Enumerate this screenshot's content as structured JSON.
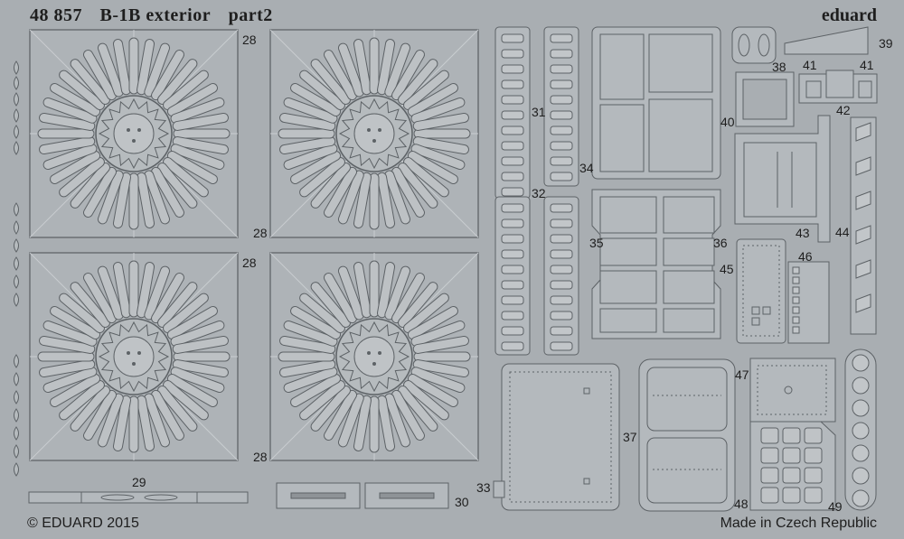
{
  "header": {
    "code": "48 857",
    "name": "B-1B exterior",
    "part": "part2",
    "brand": "eduard"
  },
  "footer": {
    "copyright": "© EDUARD 2015",
    "origin": "Made in Czech Republic"
  },
  "part_numbers": {
    "p28a": "28",
    "p28b": "28",
    "p28c": "28",
    "p28d": "28",
    "p29": "29",
    "p30": "30",
    "p31": "31",
    "p32": "32",
    "p33": "33",
    "p34": "34",
    "p35": "35",
    "p36": "36",
    "p37": "37",
    "p38": "38",
    "p39": "39",
    "p40": "40",
    "p41a": "41",
    "p41b": "41",
    "p42": "42",
    "p43": "43",
    "p44": "44",
    "p45": "45",
    "p46": "46",
    "p47": "47",
    "p48": "48",
    "p49": "49"
  },
  "colors": {
    "fret": "#a9aeb2",
    "part_fill": "#b4b9bd",
    "edge_dark": "#5d6266",
    "edge_light": "#d4d8db"
  }
}
